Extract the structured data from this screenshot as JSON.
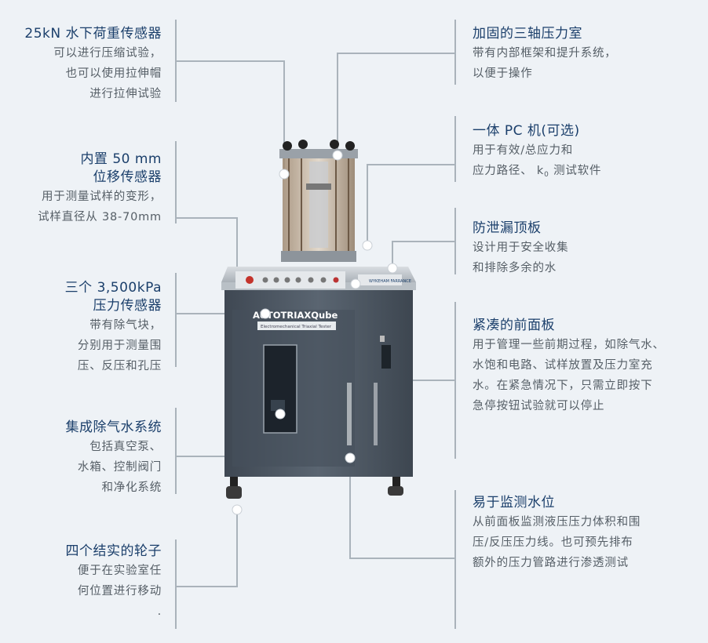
{
  "features": {
    "f1": {
      "title": "25kN 水下荷重传感器",
      "lines": [
        "可以进行压缩试验，",
        "也可以使用拉伸帽",
        "进行拉伸试验"
      ]
    },
    "f2": {
      "title_lines": [
        "内置 50 mm",
        "位移传感器"
      ],
      "lines": [
        "用于测量试样的变形，",
        "试样直径从 38-70mm"
      ]
    },
    "f3": {
      "title_lines": [
        "三个 3,500kPa",
        "压力传感器"
      ],
      "lines": [
        "带有除气块，",
        "分别用于测量围",
        "压、反压和孔压"
      ]
    },
    "f4": {
      "title": "集成除气水系统",
      "lines": [
        "包括真空泵、",
        "水箱、控制阀门",
        "和净化系统"
      ]
    },
    "f5": {
      "title": "四个结实的轮子",
      "lines": [
        "便于在实验室任",
        "何位置进行移动",
        "."
      ]
    },
    "f6": {
      "title": "加固的三轴压力室",
      "lines": [
        "带有内部框架和提升系统，",
        "以便于操作"
      ]
    },
    "f7": {
      "title": "一体 PC 机(可选)",
      "lines": [
        "用于有效/总应力和"
      ],
      "line2_prefix": "应力路径、",
      "line2_k": "k",
      "line2_sub": "0",
      "line2_suffix": "测试软件"
    },
    "f8": {
      "title": "防泄漏顶板",
      "lines": [
        "设计用于安全收集",
        "和排除多余的水"
      ]
    },
    "f9": {
      "title": "紧凑的前面板",
      "lines": [
        "用于管理一些前期过程，如除气水、",
        "水饱和电路、试样放置及压力室充",
        "水。在紧急情况下，只需立即按下",
        "急停按钮试验就可以停止"
      ]
    },
    "f10": {
      "title": "易于监测水位",
      "lines": [
        "从前面板监测液压压力体积和围",
        "压/反压压力线。也可预先排布",
        "额外的压力管路进行渗透测试"
      ]
    }
  },
  "machine": {
    "brand": "AUTOTRIAXQube",
    "subtitle": "Electromechanical Triaxial Tester",
    "logo_text": "WYKEHAM FARRANCE"
  },
  "colors": {
    "background": "#eef2f6",
    "title": "#1b3f6b",
    "text": "#555e66",
    "line": "#aab3bb",
    "cabinet": "#4f5965"
  }
}
